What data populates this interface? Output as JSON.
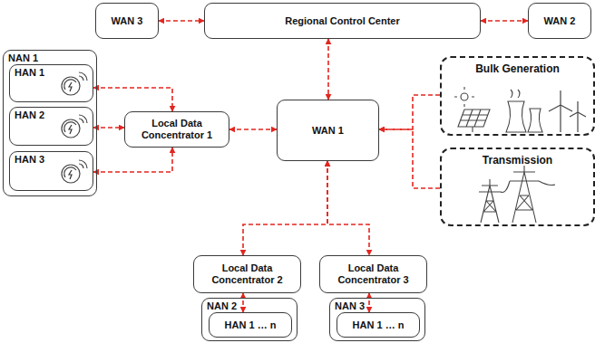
{
  "diagram": {
    "nodes": [
      {
        "text": [
          "WAN 3"
        ]
      },
      {
        "text": [
          "Regional Control Center"
        ]
      },
      {
        "text": [
          "WAN 2"
        ]
      },
      {
        "text": [
          "NAN 1"
        ]
      },
      {
        "text": [
          "HAN 1"
        ],
        "in": 3
      },
      {
        "text": [
          "HAN 2"
        ],
        "in": 3
      },
      {
        "text": [
          "HAN 3"
        ],
        "in": 3
      },
      {
        "text": [
          "Local Data Concentrator 1"
        ]
      },
      {
        "text": [
          "WAN 1"
        ]
      },
      {
        "text": [
          "Bulk Generation"
        ]
      },
      {
        "text": [
          "Transmission"
        ]
      },
      {
        "text": [
          "Local Data Concentrator 2"
        ]
      },
      {
        "text": [
          "Local Data Concentrator 3"
        ]
      },
      {
        "text": [
          "NAN 2"
        ]
      },
      {
        "text": [
          "HAN 1 … n"
        ],
        "in": 13
      },
      {
        "text": [
          "NAN 3"
        ]
      },
      {
        "text": [
          "HAN 1 … n"
        ],
        "in": 15
      }
    ],
    "edges": [
      {
        "from": 0,
        "to": 1,
        "arrow": "both"
      },
      {
        "from": 1,
        "to": 2,
        "arrow": "both"
      },
      {
        "from": 1,
        "to": 8,
        "arrow": "both"
      },
      {
        "from": 4,
        "to": 7,
        "arrow": "both"
      },
      {
        "from": 5,
        "to": 7,
        "arrow": "both"
      },
      {
        "from": 6,
        "to": 7,
        "arrow": "both"
      },
      {
        "from": 7,
        "to": 8,
        "arrow": "both"
      },
      {
        "from": 9,
        "to": 8,
        "arrow": "to"
      },
      {
        "from": 10,
        "to": 8,
        "arrow": "to"
      },
      {
        "from": 8,
        "to": 11,
        "arrow": "both"
      },
      {
        "from": 8,
        "to": 12,
        "arrow": "both"
      },
      {
        "from": 11,
        "to": 14,
        "arrow": "both"
      },
      {
        "from": 12,
        "to": 16,
        "arrow": "both"
      }
    ]
  }
}
